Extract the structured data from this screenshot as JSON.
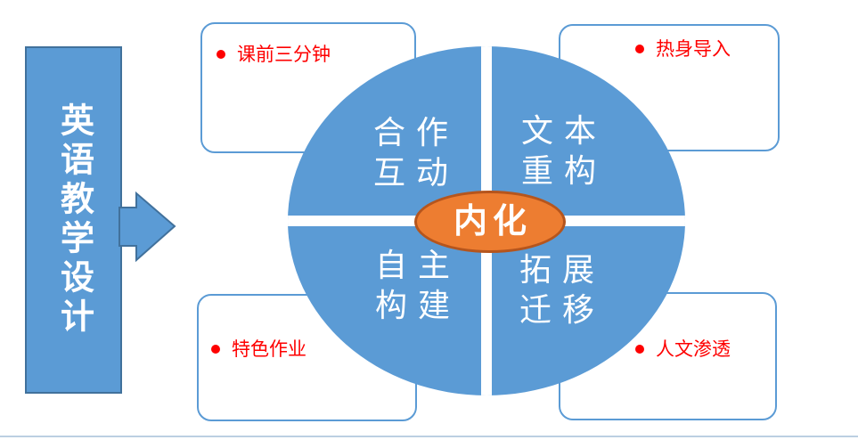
{
  "banner": {
    "label": "英语教学设计"
  },
  "center": {
    "label": "内化"
  },
  "quadrants": {
    "top_left": {
      "line1": "合作",
      "line2": "互动"
    },
    "top_right": {
      "line1": "文本",
      "line2": "重构"
    },
    "bottom_left": {
      "line1": "自主",
      "line2": "构建"
    },
    "bottom_right": {
      "line1": "拓展",
      "line2": "迁移"
    }
  },
  "callouts": {
    "top_left": {
      "label": "课前三分钟"
    },
    "top_right": {
      "label": "热身导入"
    },
    "bottom_left": {
      "label": "特色作业"
    },
    "bottom_right": {
      "label": "人文渗透"
    }
  },
  "icons": {
    "arrow": "right-arrow",
    "callout_bullet": "filled-red-dot"
  },
  "colors": {
    "shape_blue": "#5b9bd5",
    "shape_blue_border": "#41719c",
    "accent_orange": "#ed7d31",
    "accent_orange_border": "#b5551d",
    "bullet_red": "#fe0000",
    "divider": "#bccfe2"
  }
}
